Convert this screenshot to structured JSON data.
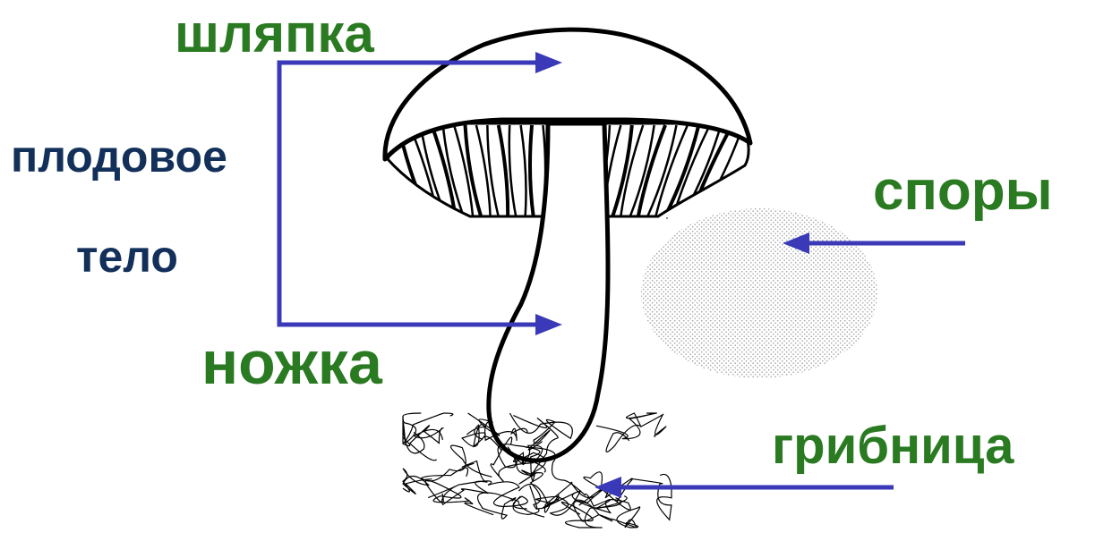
{
  "labels": {
    "cap": "шляпка",
    "fruiting_body_line1": "плодовое",
    "fruiting_body_line2": "тело",
    "stem": "ножка",
    "spores": "споры",
    "mycelium": "грибница"
  },
  "colors": {
    "label_green": "#2a7a22",
    "label_navy": "#12305a",
    "arrow": "#3a3ab8",
    "outline": "#000000"
  }
}
